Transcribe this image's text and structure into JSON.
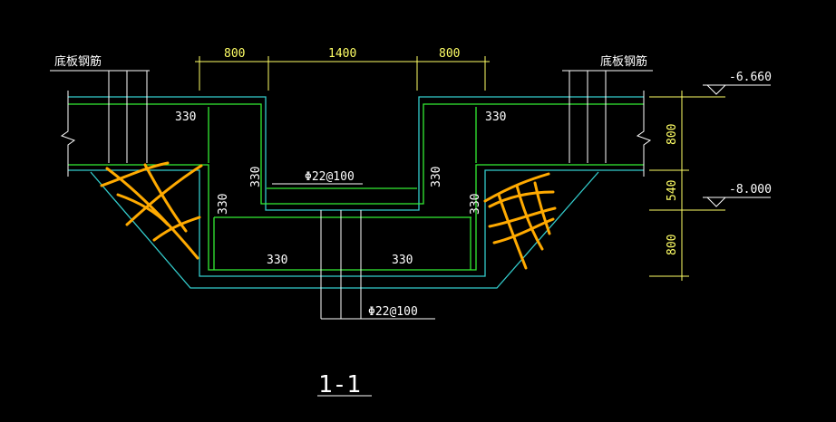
{
  "drawing": {
    "top_label_left": "底板钢筋",
    "top_label_right": "底板钢筋",
    "dim_top": [
      "800",
      "1400",
      "800"
    ],
    "dim_right": [
      "800",
      "540",
      "800"
    ],
    "elev_upper": "-6.660",
    "elev_lower": "-8.000",
    "rebar_mid": "Φ22@100",
    "rebar_bottom": "Φ22@100",
    "lap_labels": [
      "330",
      "330",
      "330",
      "330",
      "330",
      "330",
      "330",
      "330"
    ],
    "section_title": "1-1"
  }
}
